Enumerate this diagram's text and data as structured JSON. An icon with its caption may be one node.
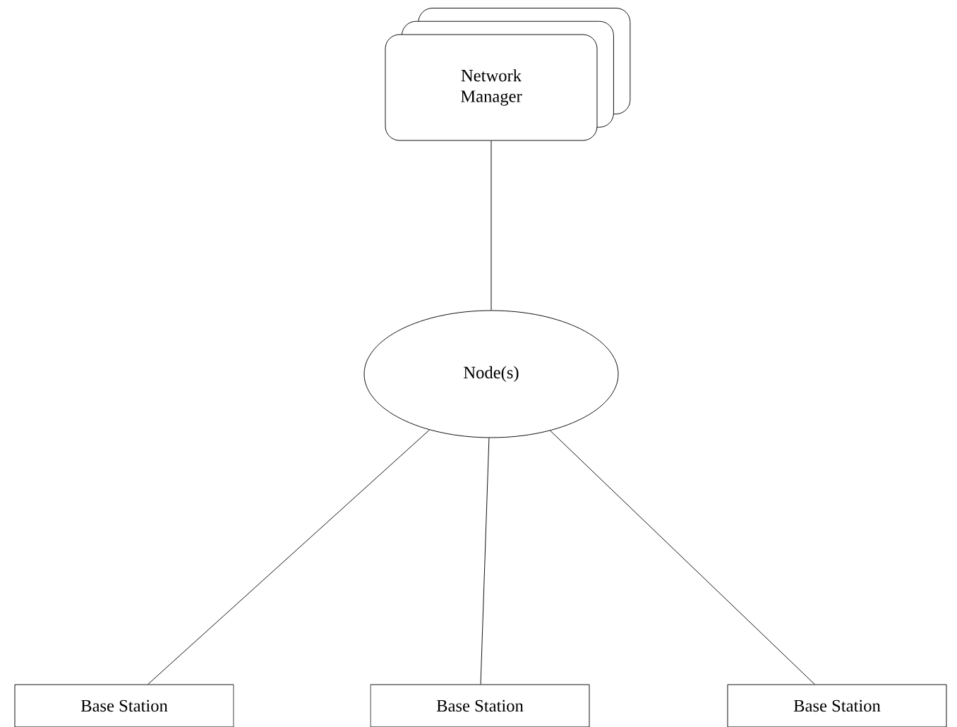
{
  "diagram": {
    "nodes": [
      {
        "text": [
          "Network Manager"
        ]
      },
      {
        "text": [
          "Node(s)"
        ]
      },
      {
        "text": [
          "Base Station"
        ]
      },
      {
        "text": [
          "Base Station"
        ]
      },
      {
        "text": [
          "Base Station"
        ]
      }
    ],
    "edges": [
      {
        "from": 0,
        "to": 1,
        "arrow": "none"
      },
      {
        "from": 1,
        "to": 2,
        "arrow": "none"
      },
      {
        "from": 1,
        "to": 3,
        "arrow": "none"
      },
      {
        "from": 1,
        "to": 4,
        "arrow": "none"
      }
    ]
  }
}
